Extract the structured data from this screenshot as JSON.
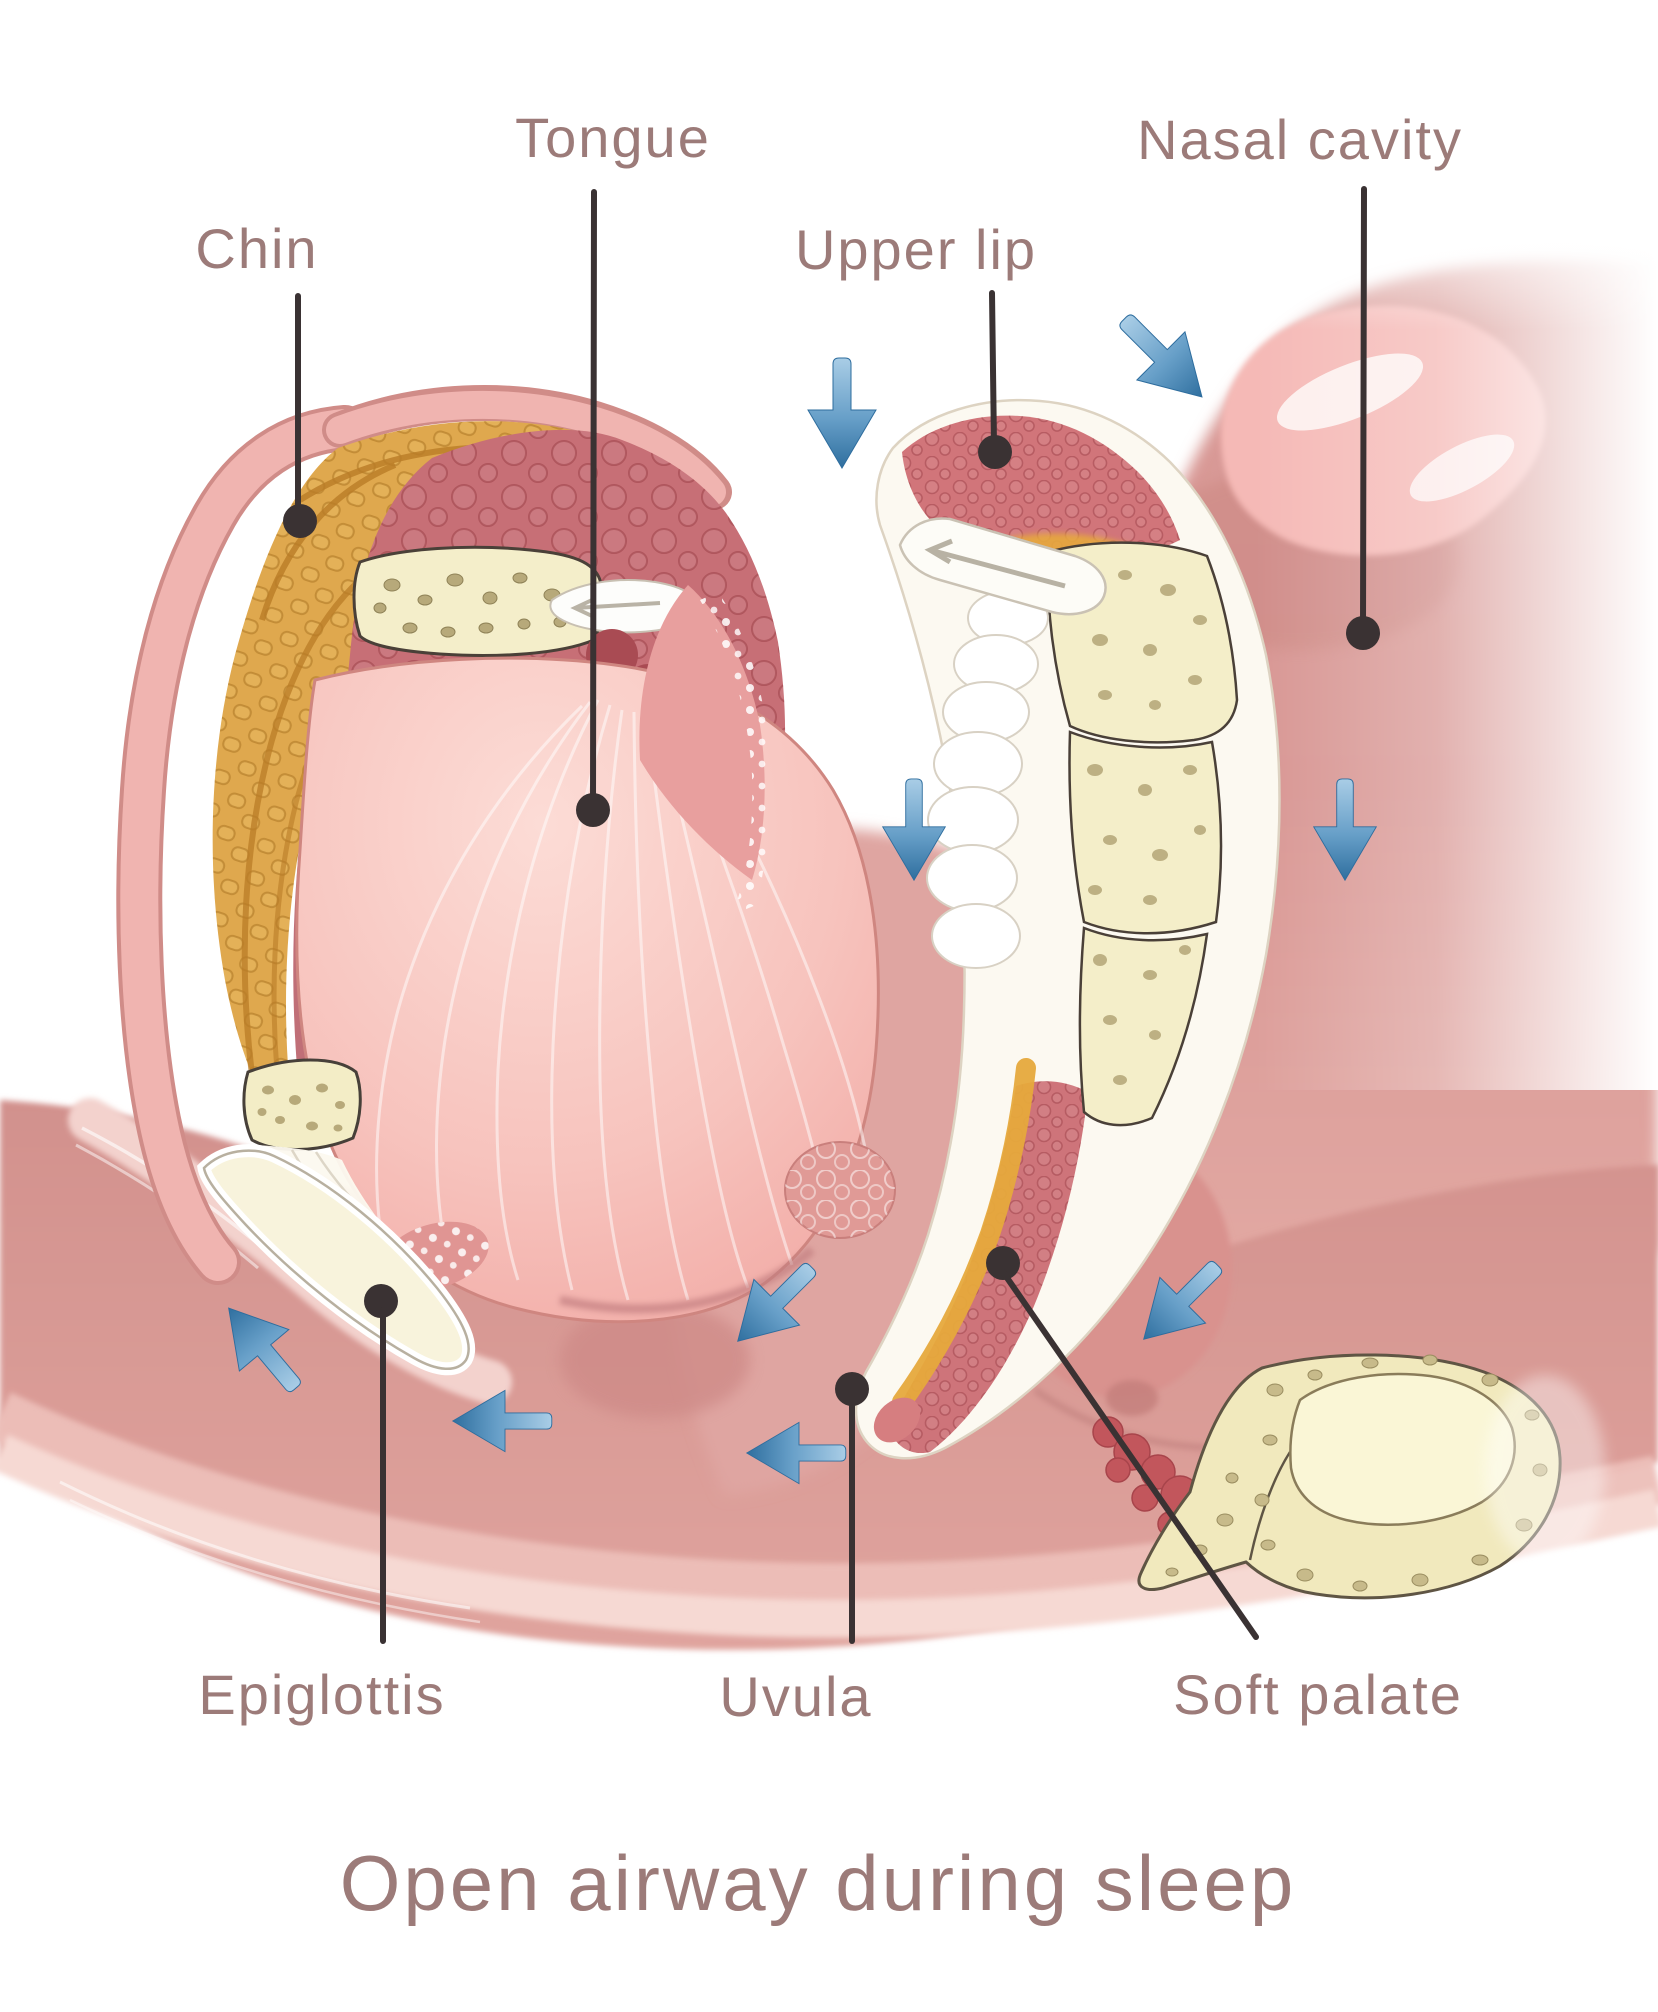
{
  "figure": {
    "caption": "Open airway during sleep",
    "labels": {
      "chin": "Chin",
      "tongue": "Tongue",
      "upper_lip": "Upper lip",
      "nasal_cavity": "Nasal cavity",
      "epiglottis": "Epiglottis",
      "uvula": "Uvula",
      "soft_palate": "Soft palate"
    },
    "airflow_arrows": {
      "count": 9,
      "directions": [
        "down",
        "down-right",
        "down",
        "down",
        "down-left",
        "down-left",
        "up-left",
        "left",
        "left"
      ]
    }
  },
  "colors": {
    "background": "#ffffff",
    "label_text": "#9c7b79",
    "leader_line": "#3a3233",
    "arrow_blue_light": "#a9cde6",
    "arrow_blue_dark": "#2f6f9f",
    "skin_pink": "#f0b4b0",
    "muscle_orange": "#dfa84e",
    "bone_cream": "#f4eeca",
    "mucosa_ivory": "#fcf9f1",
    "tissue_deep_pink": "#ce747a",
    "tongue_pink": "#f5b5af",
    "deep_red": "#c2565c"
  }
}
